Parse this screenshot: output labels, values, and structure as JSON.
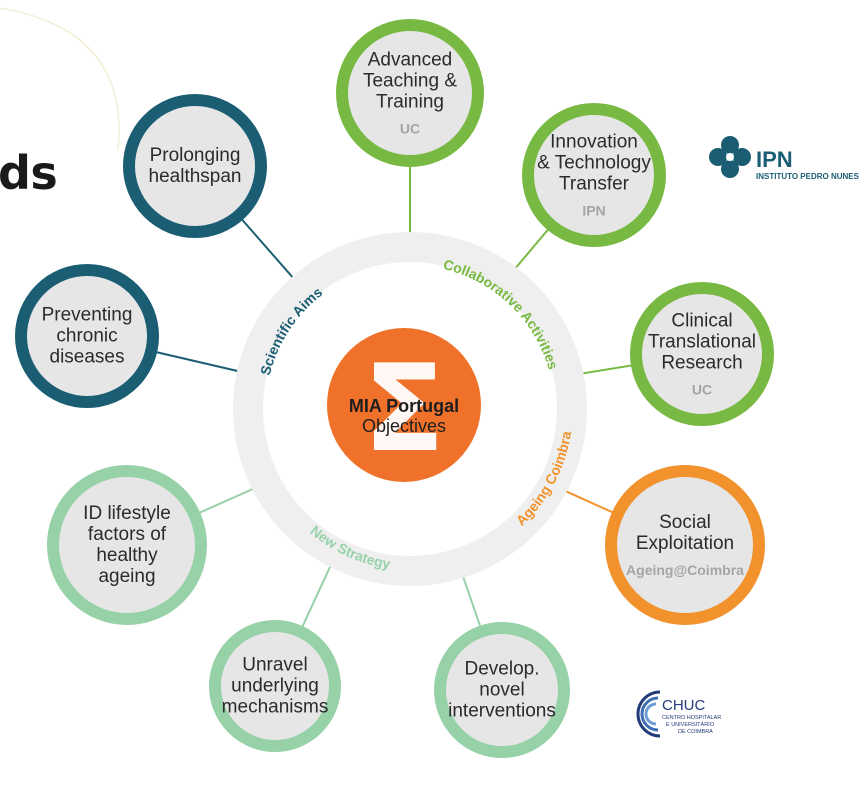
{
  "heading_fragment": "ds",
  "center": {
    "title": "MIA Portugal",
    "subtitle": "Objectives",
    "symbol": "Σ"
  },
  "ring_labels": {
    "scientific_aims": "Scientific Aims",
    "collaborative_activities": "Collaborative Activities",
    "ageing_coimbra": "Ageing Coimbra",
    "new_strategy": "New Strategy"
  },
  "nodes": {
    "prolonging": {
      "lines": [
        "Prolonging",
        "healthspan"
      ],
      "sub": ""
    },
    "preventing": {
      "lines": [
        "Preventing",
        "chronic",
        "diseases"
      ],
      "sub": ""
    },
    "lifestyle": {
      "lines": [
        "ID lifestyle",
        "factors of",
        "healthy",
        "ageing"
      ],
      "sub": ""
    },
    "unravel": {
      "lines": [
        "Unravel",
        "underlying",
        "mechanisms"
      ],
      "sub": ""
    },
    "develop": {
      "lines": [
        "Develop.",
        "novel",
        "interventions"
      ],
      "sub": ""
    },
    "social": {
      "lines": [
        "Social",
        "Exploitation"
      ],
      "sub": "Ageing@Coimbra"
    },
    "clinical": {
      "lines": [
        "Clinical",
        "Translational",
        "Research"
      ],
      "sub": "UC"
    },
    "innovation": {
      "lines": [
        "Innovation",
        "& Technology",
        "Transfer"
      ],
      "sub": "IPN"
    },
    "teaching": {
      "lines": [
        "Advanced",
        "Teaching &",
        "Training"
      ],
      "sub": "UC"
    }
  },
  "logos": {
    "ipn": {
      "name": "IPN",
      "full": "INSTITUTO PEDRO NUNES"
    },
    "chuc": {
      "name": "CHUC",
      "lines": [
        "CENTRO HOSPITALAR",
        "E UNIVERSITÁRIO",
        "DE COIMBRA"
      ]
    }
  },
  "colors": {
    "dark_teal": "#1b5e74",
    "green": "#78b943",
    "light_green": "#96d1a8",
    "orange": "#f1922c",
    "center_orange": "#f0722a",
    "node_fill": "#e6e6e6",
    "ring": "#efefef"
  }
}
